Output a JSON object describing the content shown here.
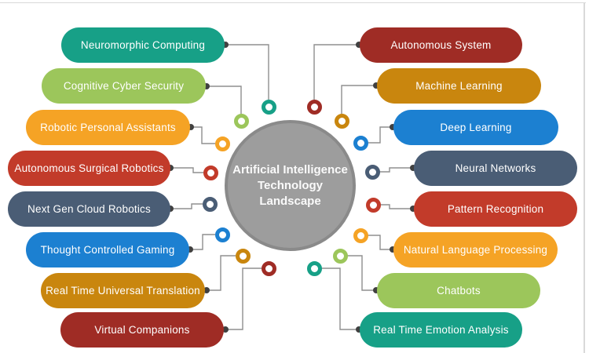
{
  "title": {
    "line1": "Artificial Intelligence",
    "line2": "Technology",
    "line3": "Landscape"
  },
  "center": {
    "fill": "#9d9d9d",
    "stroke": "#8a8a8a",
    "text_color": "#fafafa"
  },
  "wires": {
    "line_color": "#8f8f8f",
    "dot_color": "#404040"
  },
  "page": {
    "background": "#ffffff",
    "border_color": "#d9d9d9"
  },
  "left_items": [
    {
      "label": "Neuromorphic Computing",
      "color": "#17a087"
    },
    {
      "label": "Cognitive Cyber Security",
      "color": "#9cc65b"
    },
    {
      "label": "Robotic Personal Assistants",
      "color": "#f5a325"
    },
    {
      "label": "Autonomous Surgical Robotics",
      "color": "#c23b2a"
    },
    {
      "label": "Next Gen Cloud Robotics",
      "color": "#4a5d75"
    },
    {
      "label": "Thought Controlled Gaming",
      "color": "#1c80d1"
    },
    {
      "label": "Real Time Universal Translation",
      "color": "#c9860e"
    },
    {
      "label": "Virtual Companions",
      "color": "#9f2c25"
    }
  ],
  "right_items": [
    {
      "label": "Autonomous System",
      "color": "#9f2c25"
    },
    {
      "label": "Machine Learning",
      "color": "#c9860e"
    },
    {
      "label": "Deep Learning",
      "color": "#1c80d1"
    },
    {
      "label": "Neural Networks",
      "color": "#4a5d75"
    },
    {
      "label": "Pattern Recognition",
      "color": "#c23b2a"
    },
    {
      "label": "Natural Language Processing",
      "color": "#f5a325"
    },
    {
      "label": "Chatbots",
      "color": "#9cc65b"
    },
    {
      "label": "Real Time Emotion Analysis",
      "color": "#17a087"
    }
  ]
}
